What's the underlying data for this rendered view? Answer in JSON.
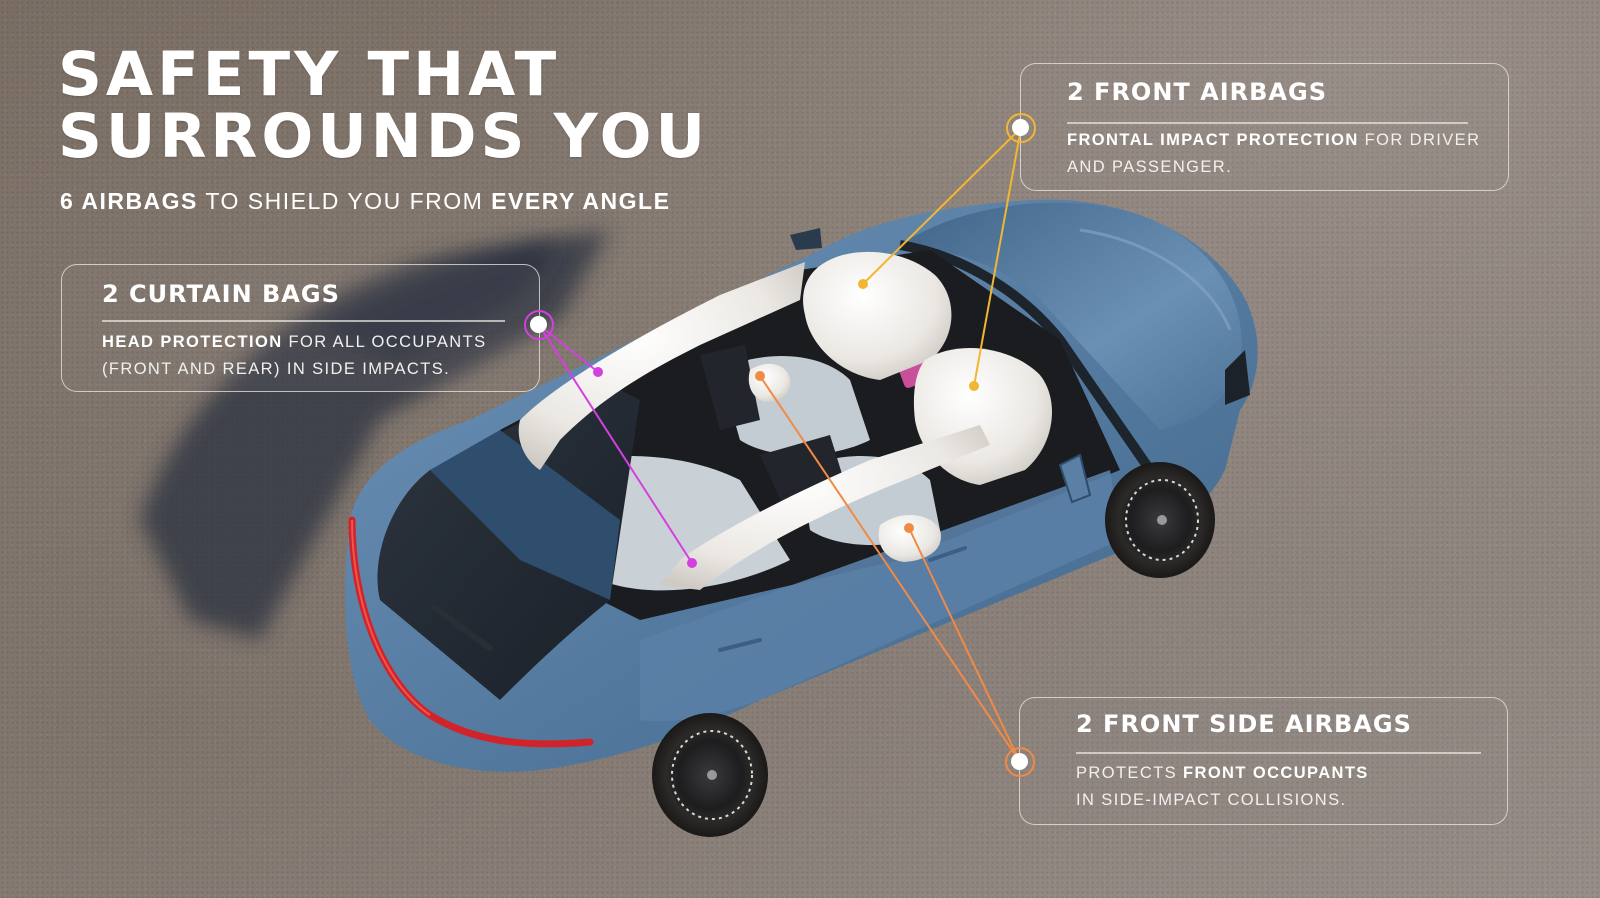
{
  "hero": {
    "title_line1": "SAFETY THAT",
    "title_line2": "SURROUNDS YOU",
    "subtitle": {
      "bold1": "6 AIRBAGS",
      "regular": " TO SHIELD YOU FROM ",
      "bold2": "EVERY ANGLE"
    }
  },
  "callouts": {
    "front_airbags": {
      "title": "2 FRONT AIRBAGS",
      "desc_bold": "FRONTAL IMPACT PROTECTION",
      "desc_line1_rest": " FOR DRIVER",
      "desc_line2": "AND PASSENGER.",
      "color": "#f2b632"
    },
    "curtain_bags": {
      "title": "2 CURTAIN BAGS",
      "desc_bold": "HEAD PROTECTION",
      "desc_line1_rest": " FOR ALL OCCUPANTS",
      "desc_line2": "(FRONT AND REAR) IN SIDE IMPACTS.",
      "color": "#d43fe0"
    },
    "front_side_airbags": {
      "title": "2 FRONT SIDE AIRBAGS",
      "desc_line1_pre": "PROTECTS ",
      "desc_bold": "FRONT OCCUPANTS",
      "desc_line2": "IN SIDE-IMPACT COLLISIONS.",
      "color": "#f08a45"
    }
  },
  "colors": {
    "car_body": "#5b82a8",
    "airbag": "#eeece8",
    "ground": "#857a71",
    "tail_light": "#d0242a"
  },
  "icons": {
    "callout_node": "hollow-ring-with-white-dot",
    "airbag_marker": "filled-dot"
  }
}
